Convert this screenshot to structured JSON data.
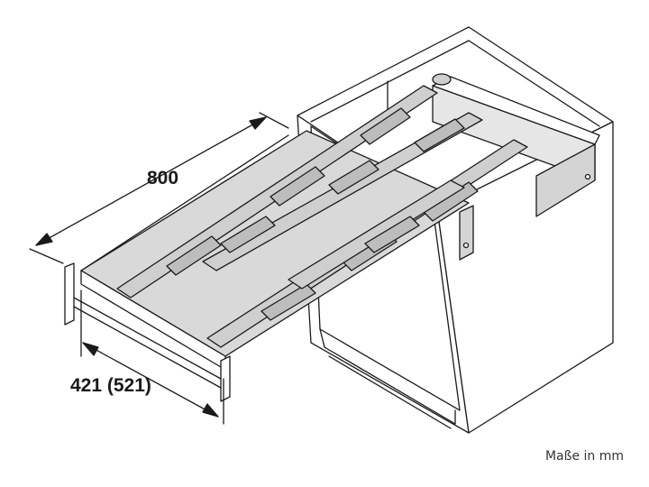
{
  "dimensions": {
    "depth_label": "800",
    "width_label": "421 (521)"
  },
  "units_label": "Maße in mm",
  "colors": {
    "line": "#1a1a1a",
    "cabinet_fill": "#ffffff",
    "tray_fill": "#d9d9d9",
    "rail_fill": "#cfcfcf",
    "panel_fill": "#d4d4d4"
  }
}
